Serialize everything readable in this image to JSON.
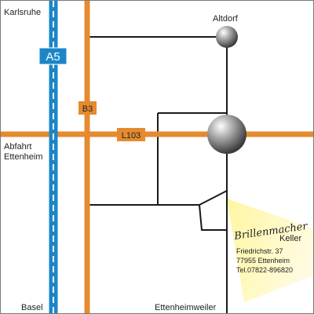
{
  "places": {
    "karlsruhe": "Karlsruhe",
    "altdorf": "Altdorf",
    "abfahrt_line1": "Abfahrt",
    "abfahrt_line2": "Ettenheim",
    "basel": "Basel",
    "ettenheimweiler": "Ettenheimweiler"
  },
  "roads": {
    "a5": "A5",
    "b3": "B3",
    "l103": "L103"
  },
  "business": {
    "name_script": "Brillenmacher",
    "name_sub": "Keller",
    "street": "Friedrichstr. 37",
    "city": "77955 Ettenheim",
    "phone": "Tel.07822-896820"
  },
  "colors": {
    "highway": "#1a86c8",
    "highway_dash": "#ffffff",
    "orange_road": "#e58a2e",
    "local_road": "#1a1a1a",
    "spotlight": "#fff7b0",
    "node": "#6e6e6e"
  },
  "icons": {
    "altdorf": "town-node-icon",
    "ettenheim": "town-node-icon"
  }
}
